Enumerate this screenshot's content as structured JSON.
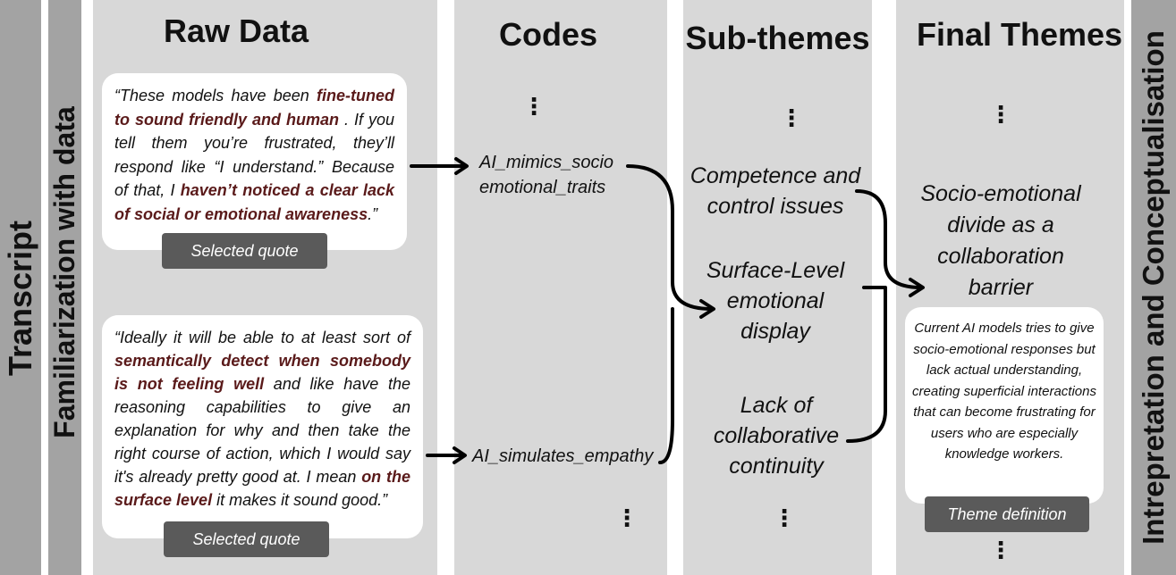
{
  "side_labels": {
    "transcript": "Transcript",
    "familiarization": "Familiarization with data",
    "interpretation": "Intrepretation and Conceptualisation"
  },
  "columns": {
    "raw_data": "Raw Data",
    "codes": "Codes",
    "sub_themes": "Sub-themes",
    "final_themes": "Final Themes"
  },
  "quotes": [
    {
      "segments": [
        {
          "text": "“These models have been ",
          "highlight": false
        },
        {
          "text": "fine-tuned to sound friendly and human",
          "highlight": true
        },
        {
          "text": " . If you tell them you’re frustrated, they’ll respond like “I understand.” Because of that, I ",
          "highlight": false
        },
        {
          "text": "haven’t noticed a clear lack of social or emotional awareness",
          "highlight": true
        },
        {
          "text": ".”",
          "highlight": false
        }
      ],
      "tag": "Selected quote"
    },
    {
      "segments": [
        {
          "text": "“Ideally it will be able to at least sort of ",
          "highlight": false
        },
        {
          "text": "semantically detect when somebody is not feeling well",
          "highlight": true
        },
        {
          "text": " and like have the reasoning capabilities to give an explanation for why and then take the right course of action, which I would say it's already pretty good at. I mean ",
          "highlight": false
        },
        {
          "text": "on the surface level",
          "highlight": true
        },
        {
          "text": " it makes it sound good.”",
          "highlight": false
        }
      ],
      "tag": "Selected quote"
    }
  ],
  "codes": [
    "AI_mimics_socio emotional_traits",
    "AI_simulates_empathy"
  ],
  "sub_themes": [
    "Competence and control issues",
    "Surface-Level emotional display",
    "Lack of collaborative continuity"
  ],
  "final_theme": {
    "label": "Socio-emotional divide as a collaboration barrier",
    "definition": "Current AI models tries to give socio-emotional responses but lack actual understanding, creating superficial interactions that can become frustrating for users who are especially knowledge workers.",
    "tag": "Theme definition"
  },
  "ellipsis": "⋮"
}
